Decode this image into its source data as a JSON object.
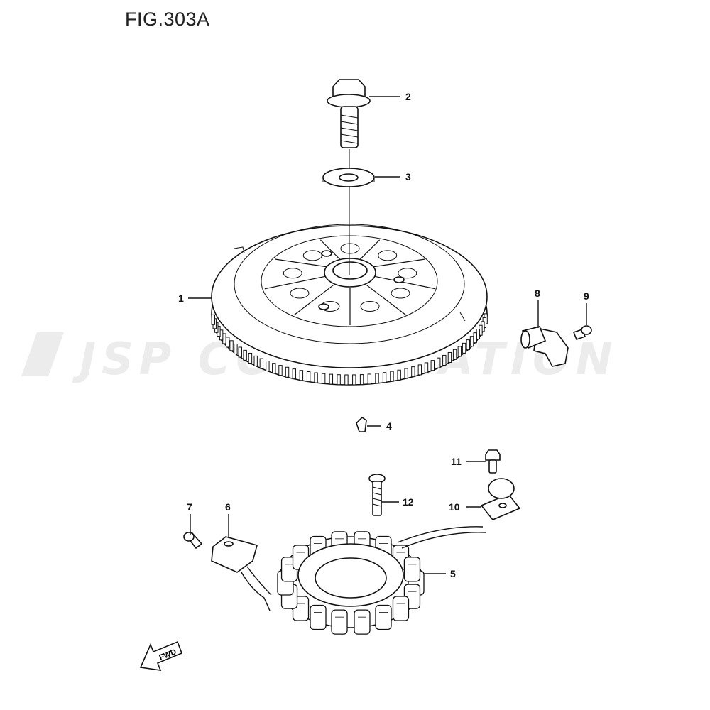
{
  "figure": {
    "title": "FIG.303A",
    "watermark": "JSP CORPORATION",
    "direction_label": "FWD"
  },
  "callouts": [
    {
      "id": "1",
      "label": "1"
    },
    {
      "id": "2",
      "label": "2"
    },
    {
      "id": "3",
      "label": "3"
    },
    {
      "id": "4",
      "label": "4"
    },
    {
      "id": "5",
      "label": "5"
    },
    {
      "id": "6",
      "label": "6"
    },
    {
      "id": "7",
      "label": "7"
    },
    {
      "id": "8",
      "label": "8"
    },
    {
      "id": "9",
      "label": "9"
    },
    {
      "id": "10",
      "label": "10"
    },
    {
      "id": "11",
      "label": "11"
    },
    {
      "id": "12",
      "label": "12"
    }
  ],
  "colors": {
    "line": "#111111",
    "watermark": "#ececec"
  }
}
